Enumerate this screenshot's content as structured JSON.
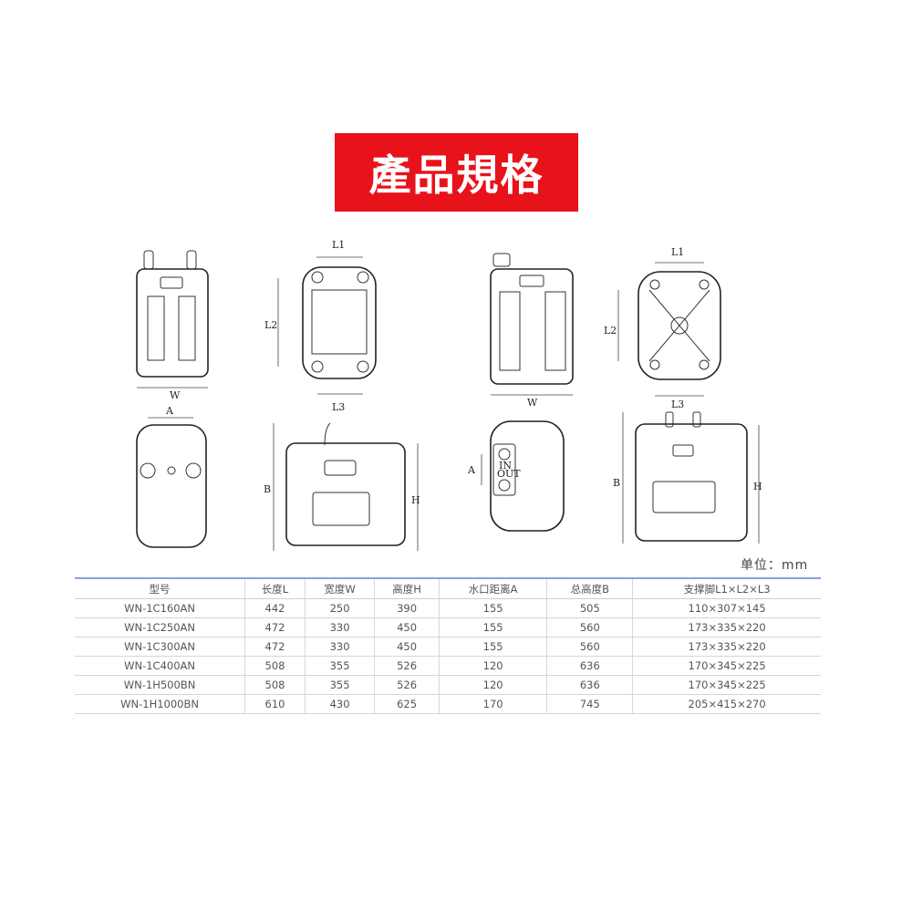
{
  "banner": {
    "title": "產品規格"
  },
  "drawings": {
    "labels": {
      "L1": "L1",
      "L2": "L2",
      "L3": "L3",
      "W": "W",
      "A": "A",
      "B": "B",
      "H": "H",
      "port_in": "IN",
      "port_out": "OUT"
    }
  },
  "unit_label": "单位：mm",
  "spec_table": {
    "headers": [
      "型号",
      "长度L",
      "宽度W",
      "高度H",
      "水口距离A",
      "总高度B",
      "支撑脚L1×L2×L3"
    ],
    "rows": [
      [
        "WN-1C160AN",
        "442",
        "250",
        "390",
        "155",
        "505",
        "110×307×145"
      ],
      [
        "WN-1C250AN",
        "472",
        "330",
        "450",
        "155",
        "560",
        "173×335×220"
      ],
      [
        "WN-1C300AN",
        "472",
        "330",
        "450",
        "155",
        "560",
        "173×335×220"
      ],
      [
        "WN-1C400AN",
        "508",
        "355",
        "526",
        "120",
        "636",
        "170×345×225"
      ],
      [
        "WN-1H500BN",
        "508",
        "355",
        "526",
        "120",
        "636",
        "170×345×225"
      ],
      [
        "WN-1H1000BN",
        "610",
        "430",
        "625",
        "170",
        "745",
        "205×415×270"
      ]
    ]
  }
}
